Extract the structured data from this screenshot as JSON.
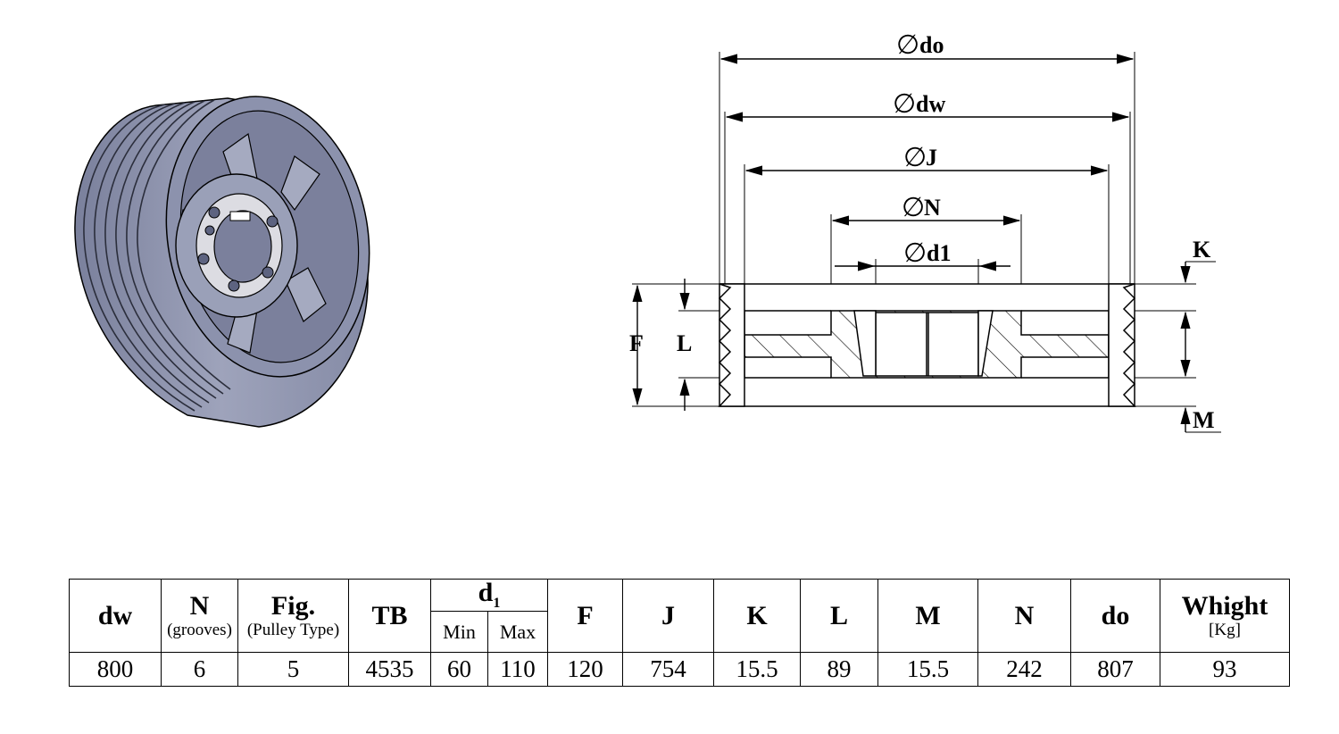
{
  "diagram": {
    "labels": {
      "do": "do",
      "dw": "dw",
      "J": "J",
      "N": "N",
      "d1": "d1",
      "F": "F",
      "L": "L",
      "K": "K",
      "M": "M"
    },
    "diameter_symbol": "∅",
    "colors": {
      "pulley_body": "#8c92ad",
      "pulley_dark": "#5d6380",
      "pulley_light": "#b1b6cb",
      "bushing": "#dcdce2",
      "line": "#000000"
    }
  },
  "table": {
    "headers": {
      "dw": "dw",
      "N": "N",
      "N_sub": "(grooves)",
      "fig": "Fig.",
      "fig_sub": "(Pulley Type)",
      "tb": "TB",
      "d1_main": "d",
      "d1_sub": "1",
      "min": "Min",
      "max": "Max",
      "F": "F",
      "J": "J",
      "K": "K",
      "L": "L",
      "M": "M",
      "N2": "N",
      "do": "do",
      "weight": "Whight",
      "weight_sub": "[Kg]"
    },
    "row": {
      "dw": "800",
      "N": "6",
      "fig": "5",
      "tb": "4535",
      "min": "60",
      "max": "110",
      "F": "120",
      "J": "754",
      "K": "15.5",
      "L": "89",
      "M": "15.5",
      "N2": "242",
      "do": "807",
      "weight": "93"
    }
  }
}
